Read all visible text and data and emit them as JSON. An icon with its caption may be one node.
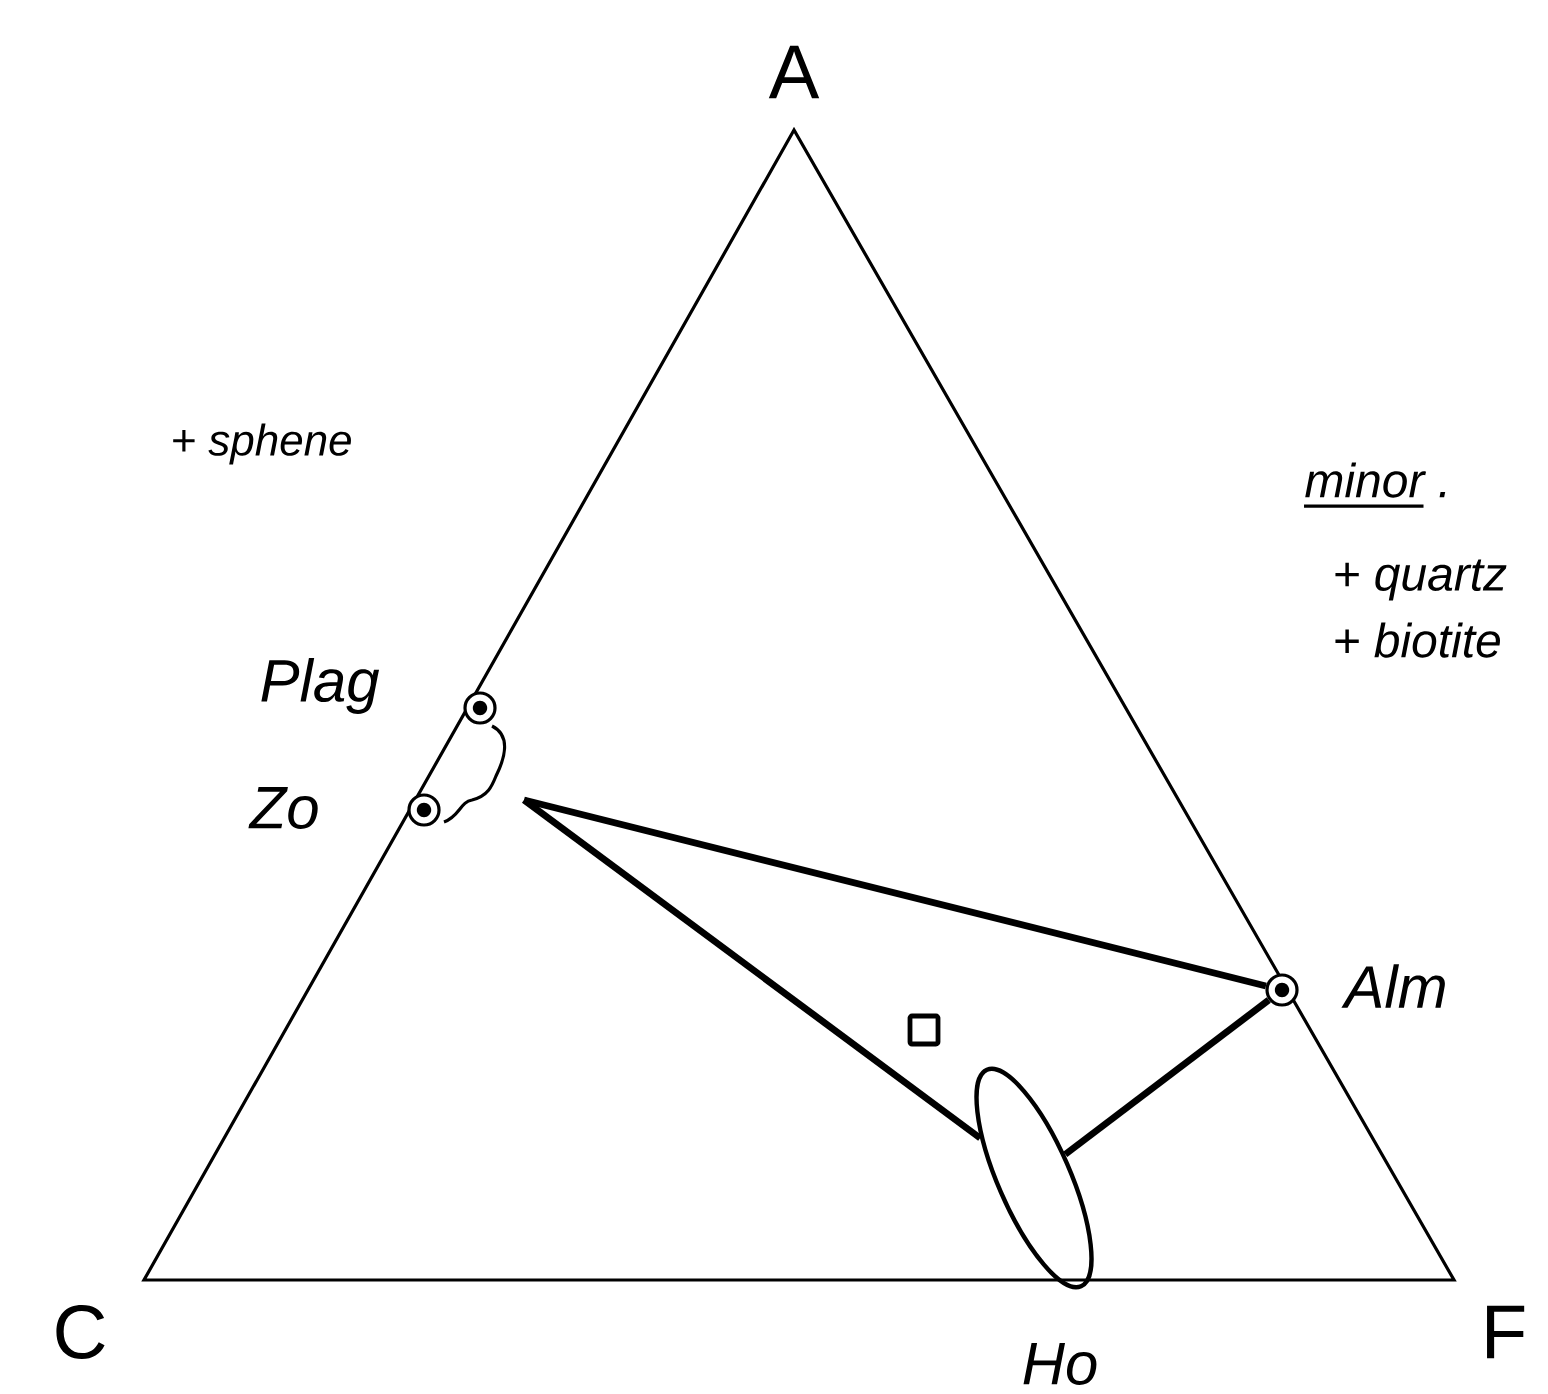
{
  "diagram": {
    "nodes": [
      {
        "text": [],
        "shape": "circle",
        "beside": [
          "Plag"
        ]
      },
      {
        "text": [],
        "shape": "circle",
        "beside": [
          "Zo"
        ]
      },
      {
        "text": [],
        "shape": "circle",
        "beside": [
          "Alm"
        ]
      },
      {
        "text": [],
        "shape": "ellipse",
        "beside": [
          "Ho"
        ]
      },
      {
        "text": [],
        "shape": "box"
      }
    ],
    "edges": [
      {
        "from": 1,
        "to": 2,
        "arrow": "none"
      },
      {
        "from": 1,
        "to": 3,
        "arrow": "none"
      },
      {
        "from": 3,
        "to": 2,
        "arrow": "none"
      }
    ],
    "labels": [
      "A",
      "+ sphene",
      "minor .",
      "+ quartz",
      "+ biotite",
      "C",
      "F"
    ]
  }
}
